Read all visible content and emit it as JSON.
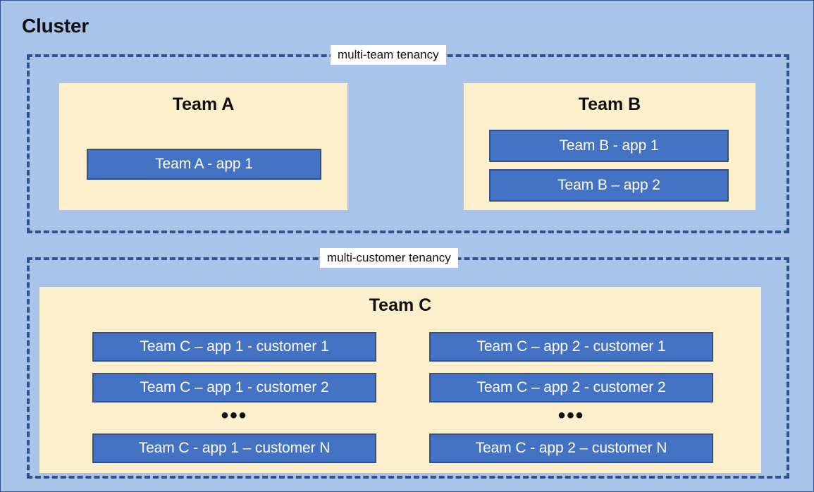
{
  "diagram": {
    "cluster_title": "Cluster",
    "colors": {
      "canvas_background": "#A9C4E8",
      "tenancy_border": "#2F528F",
      "team_background": "#FDEFCB",
      "app_fill": "#4472C4",
      "app_border": "#2F528F",
      "label_background": "#FFFFFF",
      "text_dark": "#101010",
      "text_light": "#FFFFFF"
    },
    "tenancies": [
      {
        "label": "multi-team tenancy",
        "teams": [
          {
            "title": "Team A",
            "apps": [
              "Team A - app 1"
            ]
          },
          {
            "title": "Team B",
            "apps": [
              "Team B - app 1",
              "Team B – app 2"
            ]
          }
        ]
      },
      {
        "label": "multi-customer tenancy",
        "teams": [
          {
            "title": "Team C",
            "columns": [
              {
                "apps": [
                  "Team C – app 1 - customer 1",
                  "Team C – app 1 - customer 2",
                  "Team C - app 1 – customer N"
                ],
                "ellipsis": "•••"
              },
              {
                "apps": [
                  "Team C – app 2 - customer 1",
                  "Team C – app 2 - customer 2",
                  "Team C - app 2 – customer N"
                ],
                "ellipsis": "•••"
              }
            ]
          }
        ]
      }
    ]
  }
}
